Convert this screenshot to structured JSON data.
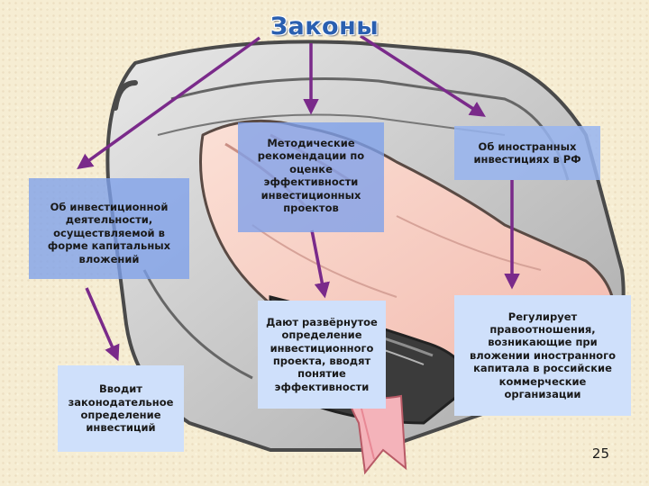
{
  "title": "Законы",
  "nodes": {
    "investment_activity": "Об инвестиционной деятельности, осуществляемой в форме капитальных вложений",
    "methodology": "Методические рекомендации по оценке эффективности инвестиционных проектов",
    "foreign_investment": "Об иностранных инвестициях в РФ",
    "legislative_definition": "Вводит законодательное определение инвестиций",
    "project_definition": "Дают развёрнутое определение инвестиционного проекта, вводят понятие эффективности",
    "regulation": "Регулирует правоотношения, возникающие при вложении иностранного капитала в российские коммерческие организации"
  },
  "colors": {
    "title": "#2a5fb0",
    "arrow": "#7a2a8a",
    "box_translucent": "#7da0eb",
    "box_light": "#cfe0fb"
  },
  "page_number": "25"
}
